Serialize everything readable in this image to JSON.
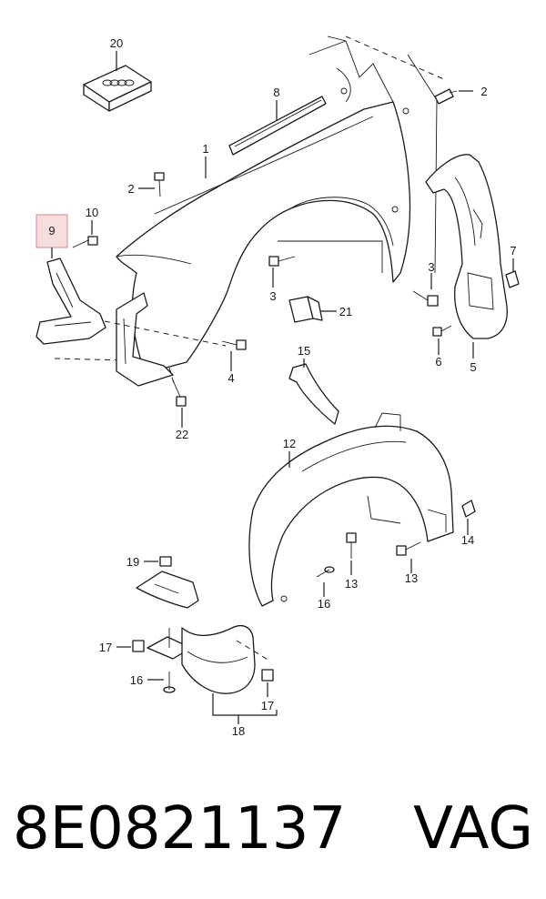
{
  "diagram": {
    "callouts": [
      "20",
      "8",
      "2",
      "1",
      "2",
      "10",
      "9",
      "7",
      "3",
      "3",
      "21",
      "5",
      "6",
      "4",
      "15",
      "22",
      "12",
      "14",
      "13",
      "13",
      "19",
      "16",
      "17",
      "16",
      "17",
      "18"
    ],
    "highlighted_callout": "9",
    "highlight_color": "#f6dede"
  },
  "caption": {
    "part_number": "8E0821137",
    "brand": "VAG"
  }
}
